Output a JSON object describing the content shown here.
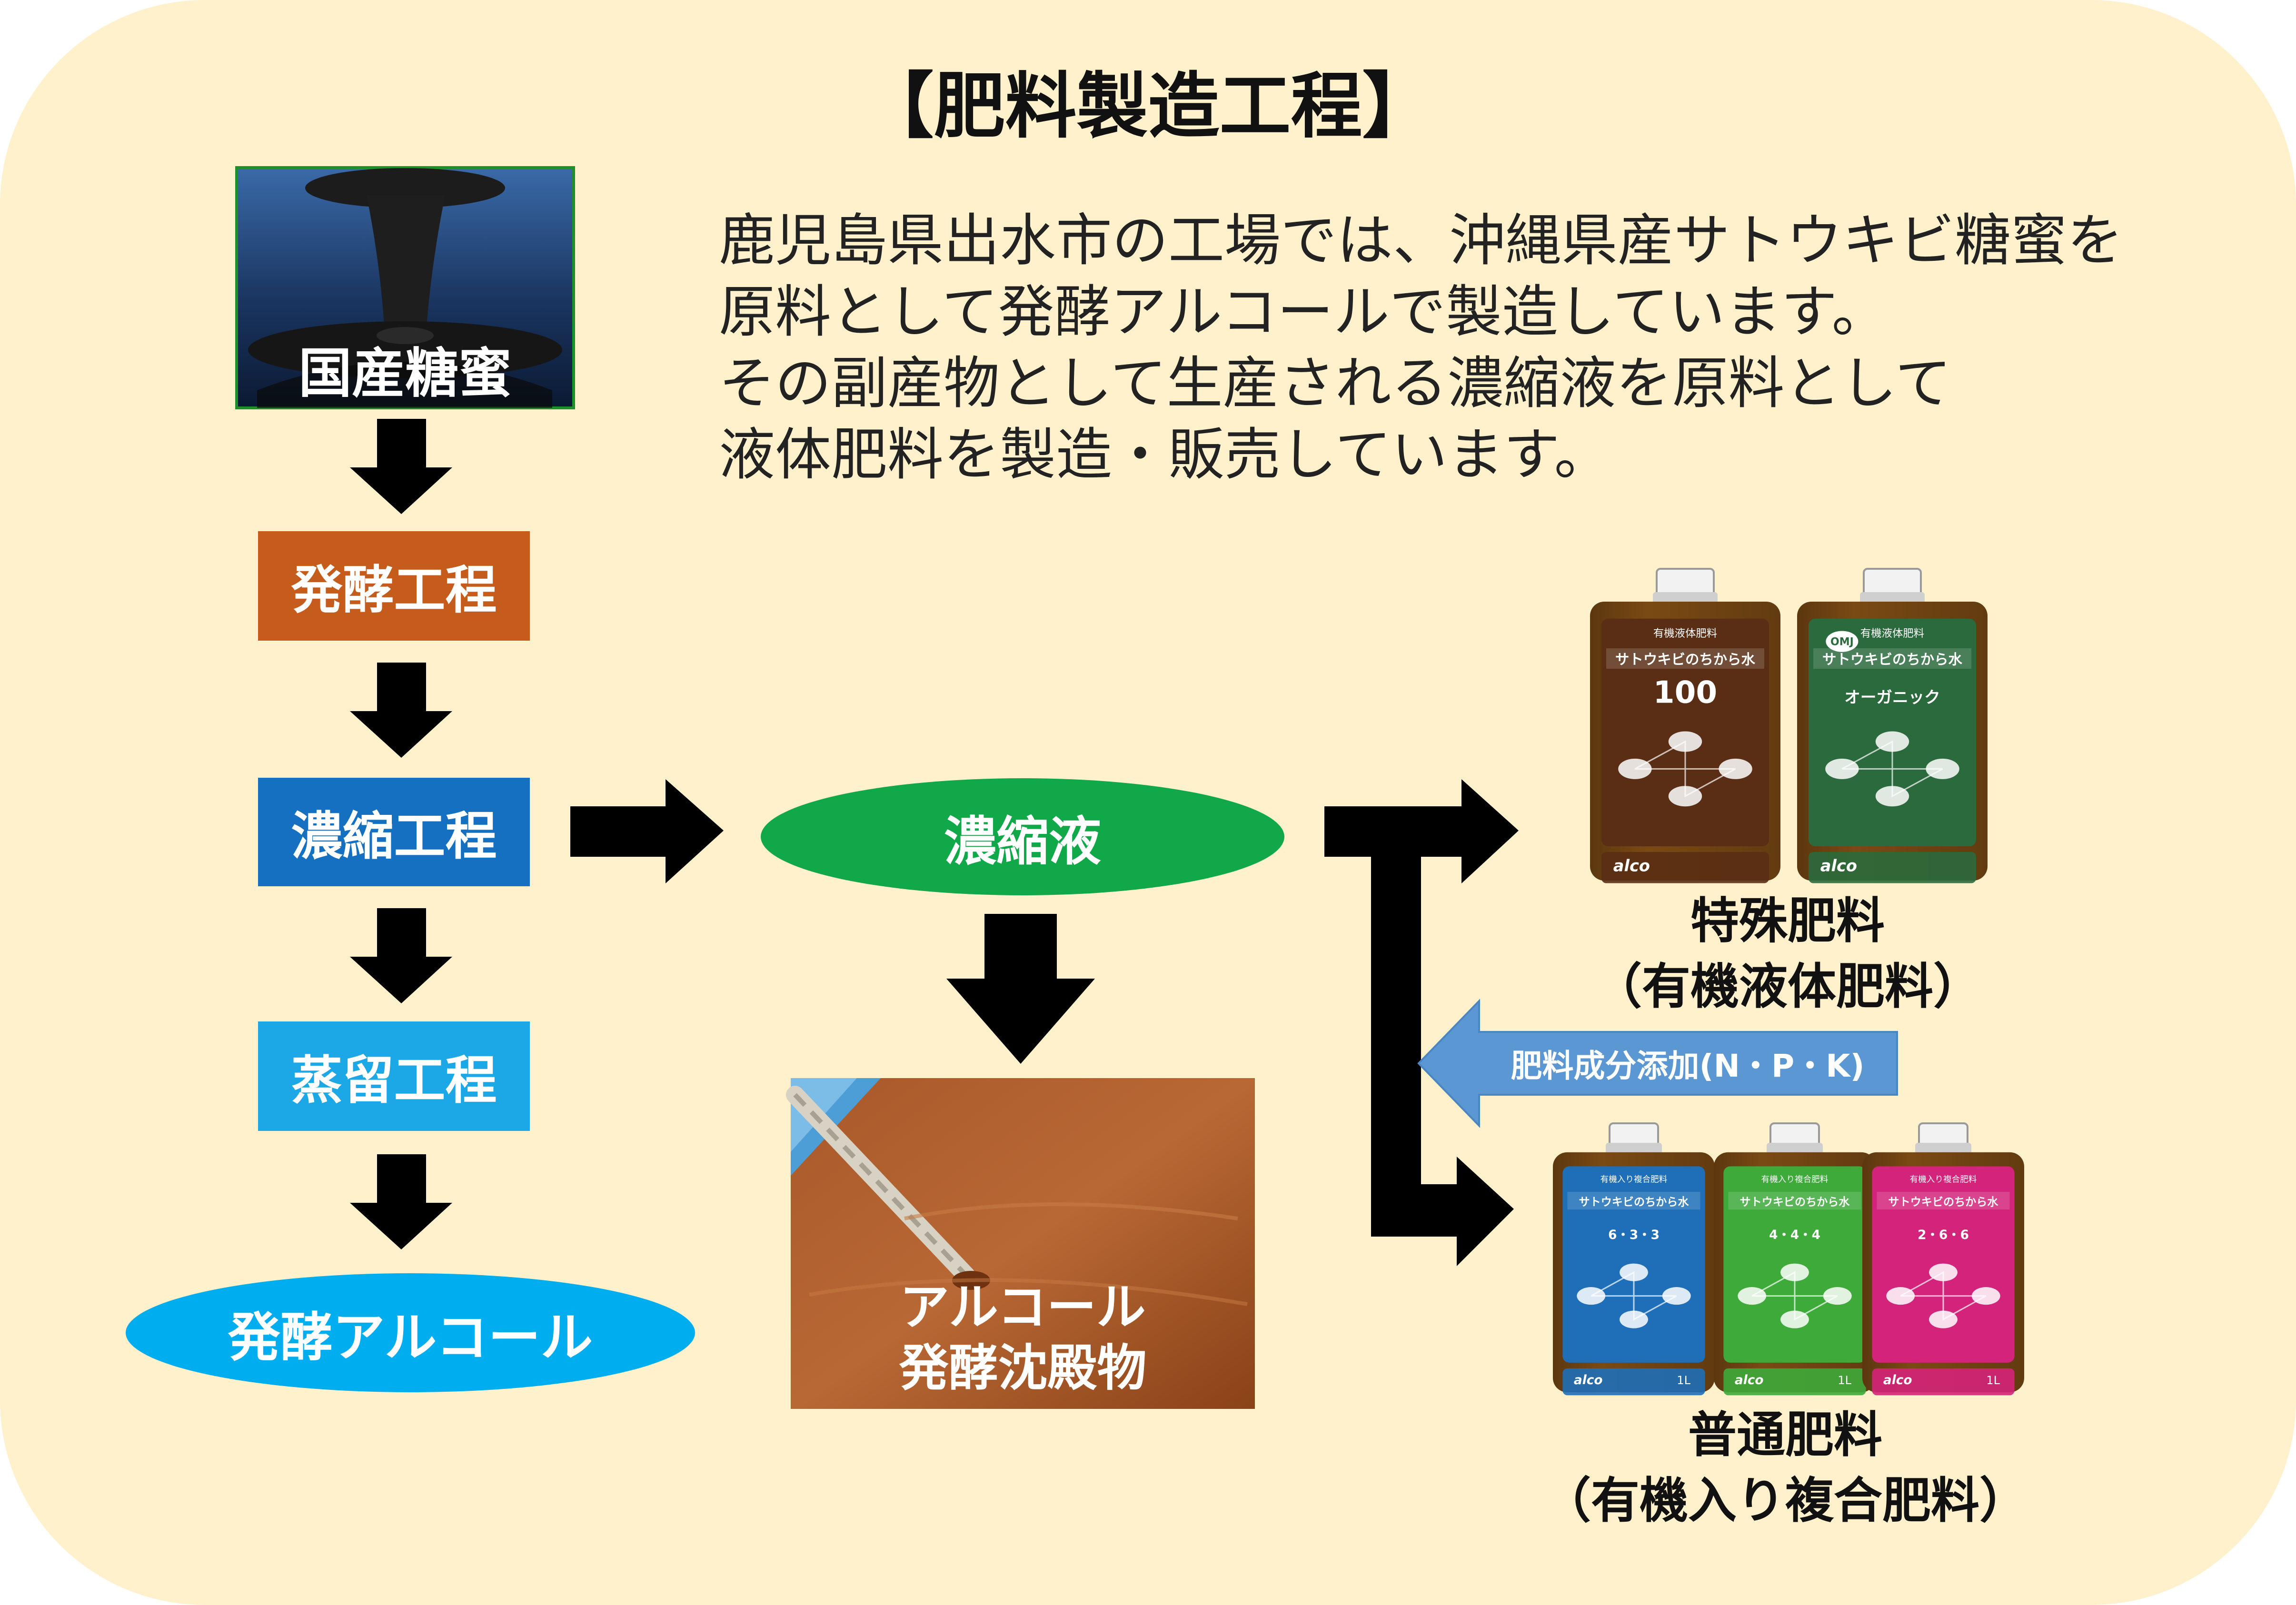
{
  "title": "【肥料製造工程】",
  "description": [
    "鹿児島県出水市の工場では、沖縄県産サトウキビ糖蜜を",
    "原料として発酵アルコールで製造しています。",
    "その副産物として生産される濃縮液を原料として",
    "液体肥料を製造・販売しています。"
  ],
  "flow": {
    "molasses": "国産糖蜜",
    "fermentation": "発酵工程",
    "concentration": "濃縮工程",
    "distillation": "蒸留工程",
    "alcohol": "発酵アルコール",
    "concentrate": "濃縮液",
    "sediment": [
      "アルコール",
      "発酵沈殿物"
    ],
    "additive": "肥料成分添加(N・P・K)"
  },
  "products": {
    "special": {
      "name": "特殊肥料",
      "subtitle": "（有機液体肥料）",
      "bottles": [
        {
          "brand": "サトウキビのちから水",
          "small": "有機液体肥料",
          "variant": "100",
          "color": "#5a2e14"
        },
        {
          "brand": "サトウキビのちから水",
          "small": "有機液体肥料",
          "variant": "オーガニック",
          "badge": "OMJ",
          "color": "#2a6a3c"
        }
      ]
    },
    "normal": {
      "name": "普通肥料",
      "subtitle": "（有機入り複合肥料）",
      "bottles": [
        {
          "brand": "サトウキビのちから水",
          "small": "有機入り複合肥料",
          "variant": "6・3・3",
          "color": "#1e6fb8"
        },
        {
          "brand": "サトウキビのちから水",
          "small": "有機入り複合肥料",
          "variant": "4・4・4",
          "color": "#3daa3a"
        },
        {
          "brand": "サトウキビのちから水",
          "small": "有機入り複合肥料",
          "variant": "2・6・6",
          "color": "#d4237a"
        }
      ]
    },
    "maker": "alco",
    "volume": "1L"
  },
  "colors": {
    "background": "#fff1cc",
    "fermentation": "#c65c1c",
    "concentration": "#1670c1",
    "distillation": "#1ca8e6",
    "alcohol": "#00aeef",
    "concentrate": "#11a84a",
    "additive": "#5b97d3"
  }
}
